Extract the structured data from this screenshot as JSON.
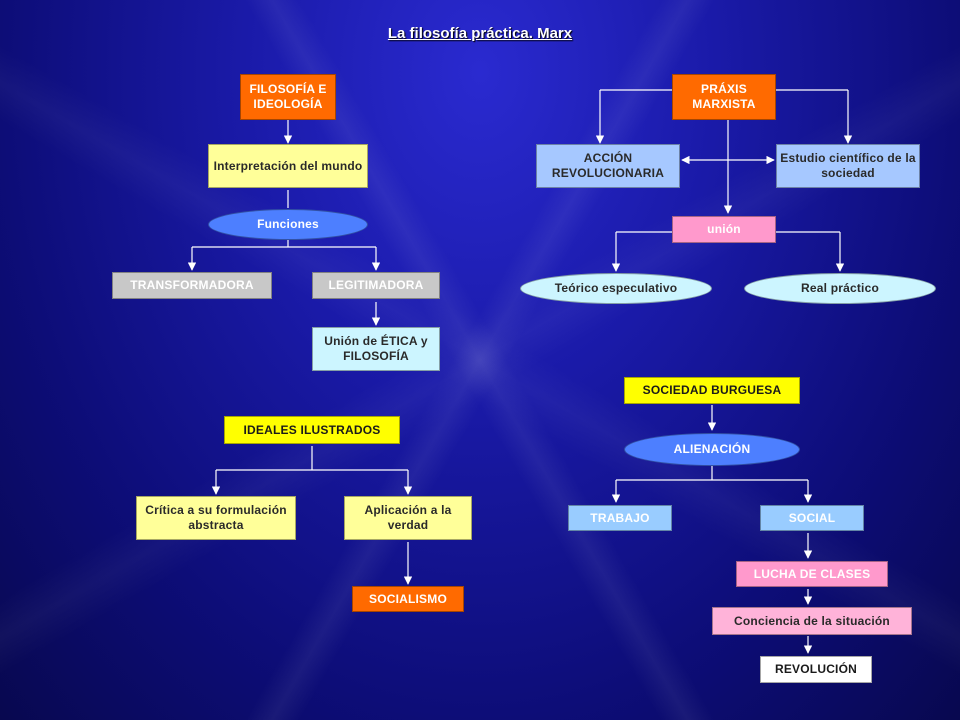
{
  "title": "La filosofía práctica. Marx",
  "nodes": {
    "filosofia_ideologia": "FILOSOFÍA E IDEOLOGÍA",
    "interpretacion": "Interpretación del mundo",
    "funciones": "Funciones",
    "transformadora": "TRANSFORMADORA",
    "legitimadora": "LEGITIMADORA",
    "union_etica": "Unión de ÉTICA y FILOSOFÍA",
    "praxis": "PRÁXIS MARXISTA",
    "accion": "ACCIÓN REVOLUCIONARIA",
    "estudio": "Estudio científico de la sociedad",
    "union": "unión",
    "teorico": "Teórico especulativo",
    "real": "Real práctico",
    "ideales": "IDEALES ILUSTRADOS",
    "critica": "Crítica a su formulación abstracta",
    "aplicacion": "Aplicación a la verdad",
    "socialismo": "SOCIALISMO",
    "sociedad_burguesa": "SOCIEDAD BURGUESA",
    "alienacion": "ALIENACIÓN",
    "trabajo": "TRABAJO",
    "social": "SOCIAL",
    "lucha": "LUCHA DE CLASES",
    "conciencia": "Conciencia de la situación",
    "revolucion": "REVOLUCIÓN"
  },
  "colors": {
    "background": "#1a1aa8",
    "orange": "#ff6a00",
    "yellow": "#ffff99",
    "ellipse_blue": "#4d7fff",
    "grey": "#c8c8c8",
    "pink": "#ff99cc"
  }
}
